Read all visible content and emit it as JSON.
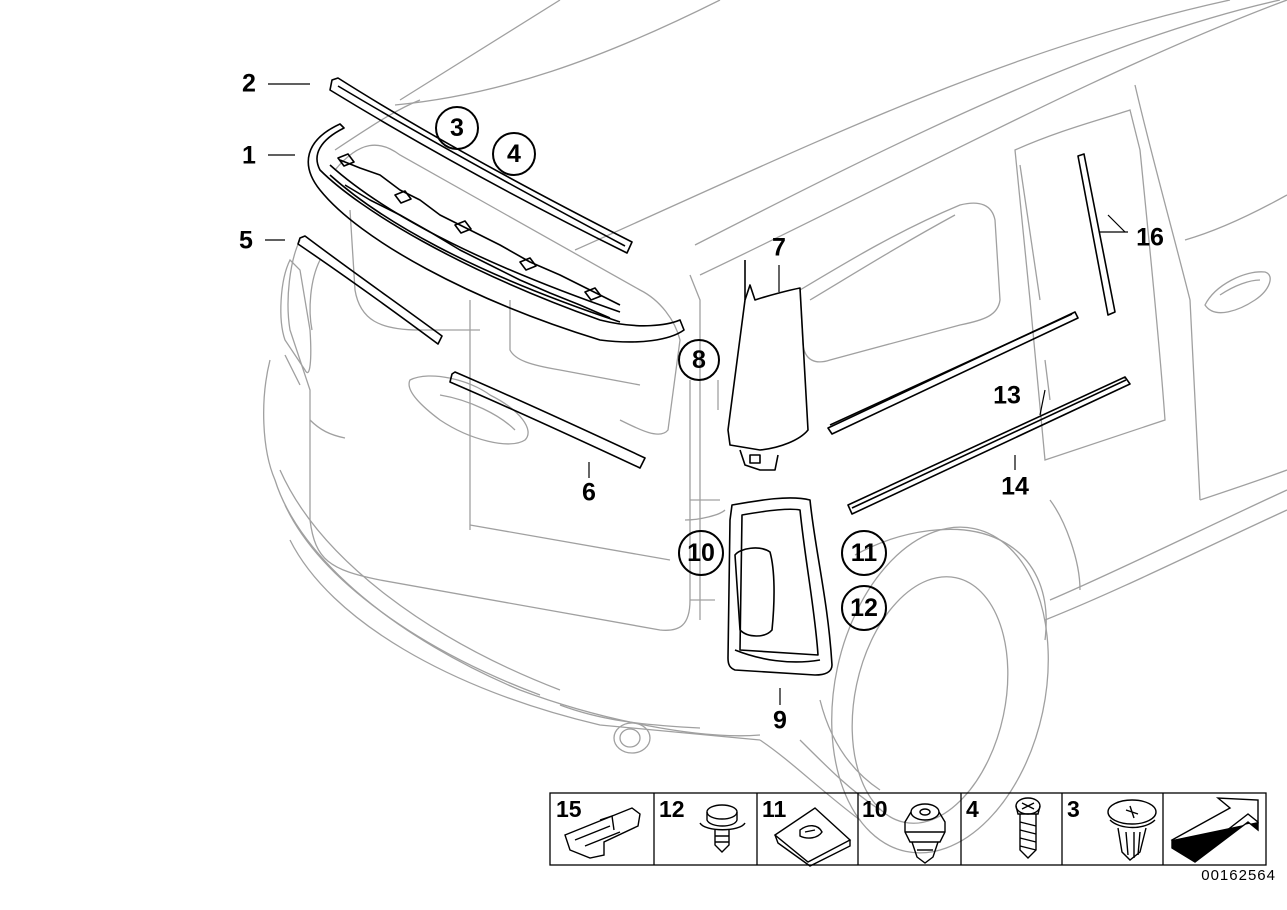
{
  "callouts": [
    {
      "id": "c2",
      "text": "2",
      "circled": false
    },
    {
      "id": "c1",
      "text": "1",
      "circled": false
    },
    {
      "id": "c5",
      "text": "5",
      "circled": false
    },
    {
      "id": "c3",
      "text": "3",
      "circled": true
    },
    {
      "id": "c4",
      "text": "4",
      "circled": true
    },
    {
      "id": "c7",
      "text": "7",
      "circled": false
    },
    {
      "id": "c8",
      "text": "8",
      "circled": true
    },
    {
      "id": "c6",
      "text": "6",
      "circled": false
    },
    {
      "id": "c16",
      "text": "16",
      "circled": false
    },
    {
      "id": "c13",
      "text": "13",
      "circled": false
    },
    {
      "id": "c14",
      "text": "14",
      "circled": false
    },
    {
      "id": "c10",
      "text": "10",
      "circled": true
    },
    {
      "id": "c11",
      "text": "11",
      "circled": true
    },
    {
      "id": "c12",
      "text": "12",
      "circled": true
    },
    {
      "id": "c9",
      "text": "9",
      "circled": false
    }
  ],
  "legend": {
    "cells": [
      {
        "label": "15",
        "part": "clip-bracket"
      },
      {
        "label": "12",
        "part": "flange-screw"
      },
      {
        "label": "11",
        "part": "speed-nut"
      },
      {
        "label": "10",
        "part": "expansion-nut"
      },
      {
        "label": "4",
        "part": "screw"
      },
      {
        "label": "3",
        "part": "expanding-rivet"
      },
      {
        "label": "",
        "part": "direction-arrow"
      }
    ]
  },
  "reference_number": "00162564",
  "colors": {
    "line": "#000000",
    "body_outline": "#9a9a9a",
    "background": "#ffffff"
  }
}
